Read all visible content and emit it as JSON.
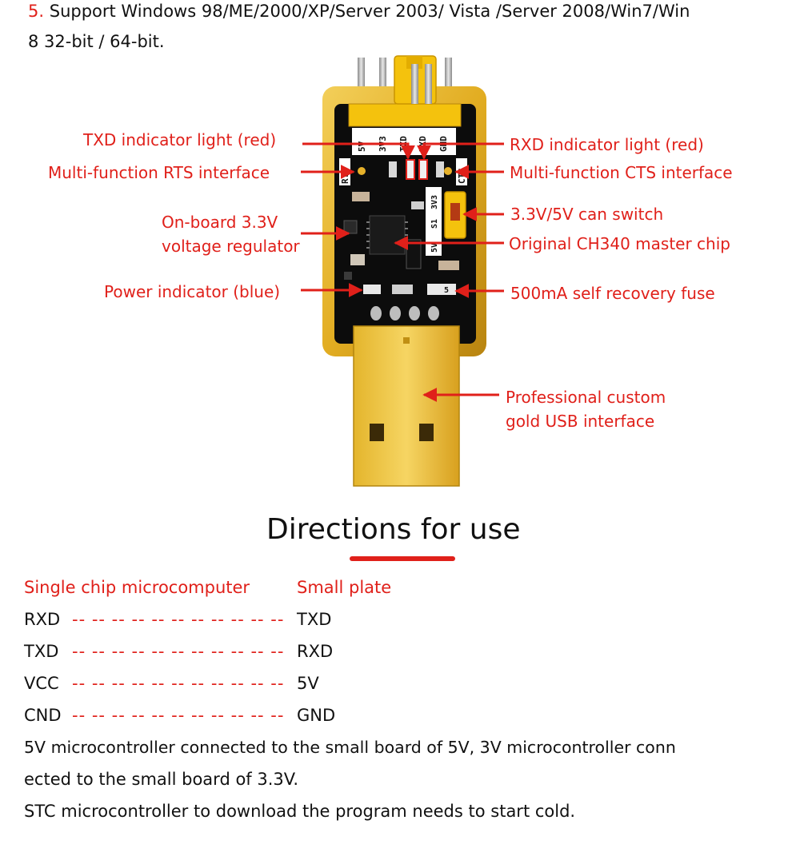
{
  "intro": {
    "number": "5.",
    "line1": "Support Windows 98/ME/2000/XP/Server 2003/ Vista /Server 2008/Win7/Win",
    "line2": "8 32-bit / 64-bit."
  },
  "board": {
    "pin_labels": [
      "5V",
      "3V3",
      "TXD",
      "RXD",
      "GND"
    ],
    "silk_rts": "RTS",
    "silk_cts": "CTS",
    "silk_jumper": [
      "3V3",
      "S1",
      "5V"
    ],
    "silk_fuse": "5"
  },
  "callouts": {
    "txd_light": "TXD indicator light (red)",
    "rts": "Multi-function RTS interface",
    "regulator_line1": "On-board 3.3V",
    "regulator_line2": "voltage regulator",
    "power_light": "Power indicator (blue)",
    "rxd_light": "RXD indicator light (red)",
    "cts": "Multi-function CTS interface",
    "switch": "3.3V/5V can switch",
    "chip": "Original CH340 master chip",
    "fuse": "500mA self recovery fuse",
    "usb_line1": "Professional custom",
    "usb_line2": "gold USB interface"
  },
  "directions": {
    "title": "Directions for use",
    "header_left": "Single chip microcomputer",
    "header_right": "Small plate",
    "dashes": "-- -- -- -- -- -- -- -- -- -- --",
    "rows": [
      {
        "left": "RXD",
        "right": "TXD"
      },
      {
        "left": "TXD",
        "right": "RXD"
      },
      {
        "left": "VCC",
        "right": "5V"
      },
      {
        "left": "CND",
        "right": "GND"
      }
    ],
    "note_line1": "5V microcontroller connected to the small board of 5V, 3V microcontroller conn",
    "note_line2": "ected to the small board of 3.3V.",
    "note_line3": "STC microcontroller to download the program needs to start cold."
  },
  "colors": {
    "accent": "#e0201a",
    "gold": "#e6b12a",
    "pcb": "#0c0c0c",
    "jumper": "#f4c20d"
  }
}
